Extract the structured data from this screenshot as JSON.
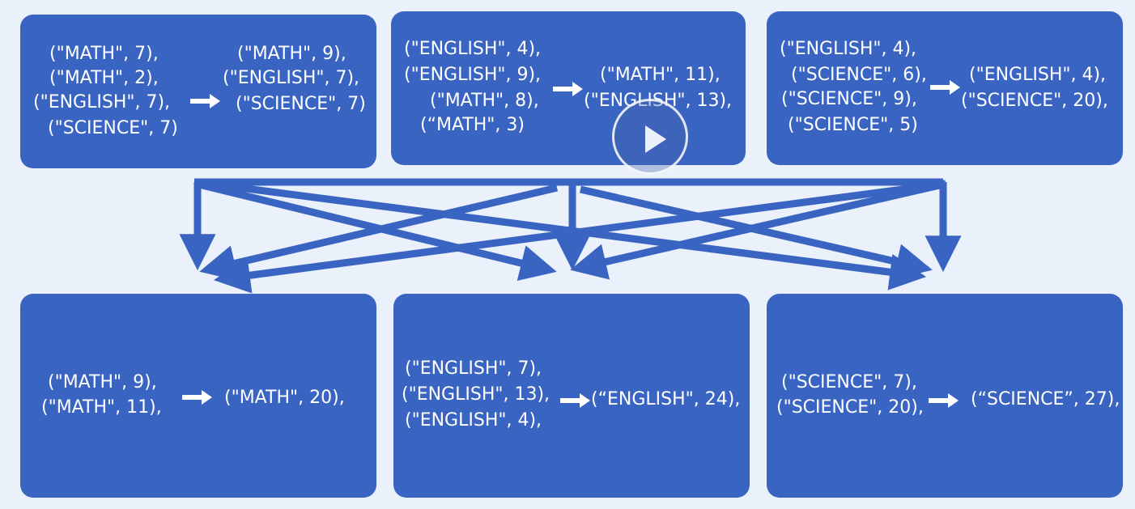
{
  "colors": {
    "box": "#3a64c2",
    "arrow": "#3a64c2",
    "background": "#eaf1fb",
    "text": "#ffffff"
  },
  "map_boxes": [
    {
      "inputs": [
        "(\"MATH\", 7),",
        "(\"MATH\", 2),",
        "(\"ENGLISH\", 7),",
        "(\"SCIENCE\", 7)"
      ],
      "outputs": [
        "(\"MATH\", 9),",
        "(\"ENGLISH\", 7),",
        "(\"SCIENCE\", 7)"
      ]
    },
    {
      "inputs": [
        "(\"ENGLISH\", 4),",
        "(\"ENGLISH\", 9),",
        "(\"MATH\", 8),",
        "(“MATH\", 3)"
      ],
      "outputs": [
        "(\"MATH\", 11),",
        "(\"ENGLISH\", 13),"
      ]
    },
    {
      "inputs": [
        "(\"ENGLISH\", 4),",
        "(\"SCIENCE\", 6),",
        "(\"SCIENCE\", 9),",
        "(\"SCIENCE\", 5)"
      ],
      "outputs": [
        "(\"ENGLISH\", 4),",
        "(\"SCIENCE\", 20),"
      ]
    }
  ],
  "reduce_boxes": [
    {
      "inputs": [
        "(\"MATH\", 9),",
        "(\"MATH\", 11),"
      ],
      "output": "(\"MATH\", 20),"
    },
    {
      "inputs": [
        "(\"ENGLISH\", 7),",
        "(\"ENGLISH\", 13),",
        "(\"ENGLISH\", 4),"
      ],
      "output": "(“ENGLISH\", 24),"
    },
    {
      "inputs": [
        "(\"SCIENCE\", 7),",
        "(\"SCIENCE\", 20),"
      ],
      "output": "(“SCIENCE”, 27),"
    }
  ],
  "video_overlay": {
    "icon": "play-icon"
  }
}
